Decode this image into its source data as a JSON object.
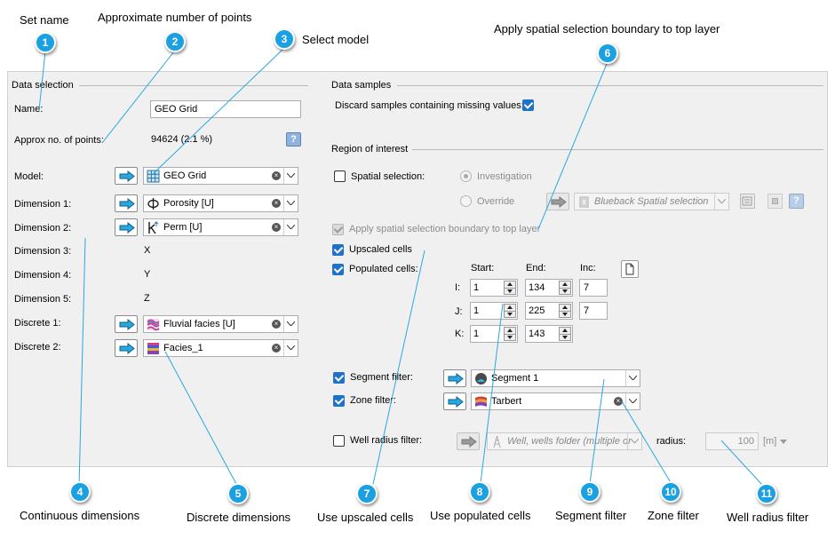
{
  "annotations": {
    "set_name": "Set name",
    "approx_points": "Approximate number of points",
    "select_model": "Select model",
    "apply_boundary": "Apply spatial selection boundary to top layer",
    "continuous": "Continuous dimensions",
    "discrete": "Discrete dimensions",
    "use_upscaled": "Use upscaled cells",
    "use_populated": "Use populated cells",
    "segment_filter": "Segment filter",
    "zone_filter": "Zone filter",
    "well_radius": "Well radius filter"
  },
  "callouts": [
    "1",
    "2",
    "3",
    "4",
    "5",
    "6",
    "7",
    "8",
    "9",
    "10",
    "11"
  ],
  "data_selection": {
    "title": "Data selection",
    "name_label": "Name:",
    "name_value": "GEO Grid",
    "approx_label": "Approx no. of points:",
    "approx_value": "94624 (2.1 %)",
    "model_label": "Model:",
    "model_value": "GEO Grid",
    "dim1_label": "Dimension 1:",
    "dim1_value": "Porosity [U]",
    "dim2_label": "Dimension 2:",
    "dim2_value": "Perm [U]",
    "dim3_label": "Dimension 3:",
    "dim3_value": "X",
    "dim4_label": "Dimension 4:",
    "dim4_value": "Y",
    "dim5_label": "Dimension 5:",
    "dim5_value": "Z",
    "disc1_label": "Discrete 1:",
    "disc1_value": "Fluvial facies [U]",
    "disc2_label": "Discrete 2:",
    "disc2_value": "Facies_1"
  },
  "data_samples": {
    "title": "Data samples",
    "discard_label": "Discard samples containing missing values:",
    "discard_checked": true
  },
  "region": {
    "title": "Region of interest",
    "spatial_label": "Spatial selection:",
    "investigation_label": "Investigation",
    "override_label": "Override",
    "spatial_value": "Blueback Spatial selection",
    "apply_boundary_label": "Apply spatial selection boundary to top layer",
    "upscaled_label": "Upscaled cells",
    "populated_label": "Populated cells:",
    "start_header": "Start:",
    "end_header": "End:",
    "inc_header": "Inc:",
    "rows": [
      {
        "axis": "I:",
        "start": "1",
        "end": "134",
        "inc": "7"
      },
      {
        "axis": "J:",
        "start": "1",
        "end": "225",
        "inc": "7"
      },
      {
        "axis": "K:",
        "start": "1",
        "end": "143",
        "inc": ""
      }
    ],
    "segment_label": "Segment filter:",
    "segment_value": "Segment 1",
    "zone_label": "Zone filter:",
    "zone_value": "Tarbert",
    "well_label": "Well radius filter:",
    "well_value": "Well, wells folder (multiple or",
    "radius_label": "radius:",
    "radius_value": "100",
    "radius_unit": "[m]"
  },
  "colors": {
    "callout": "#1ba1e2",
    "arrow": "#29a8e0",
    "check": "#1e72c8"
  }
}
